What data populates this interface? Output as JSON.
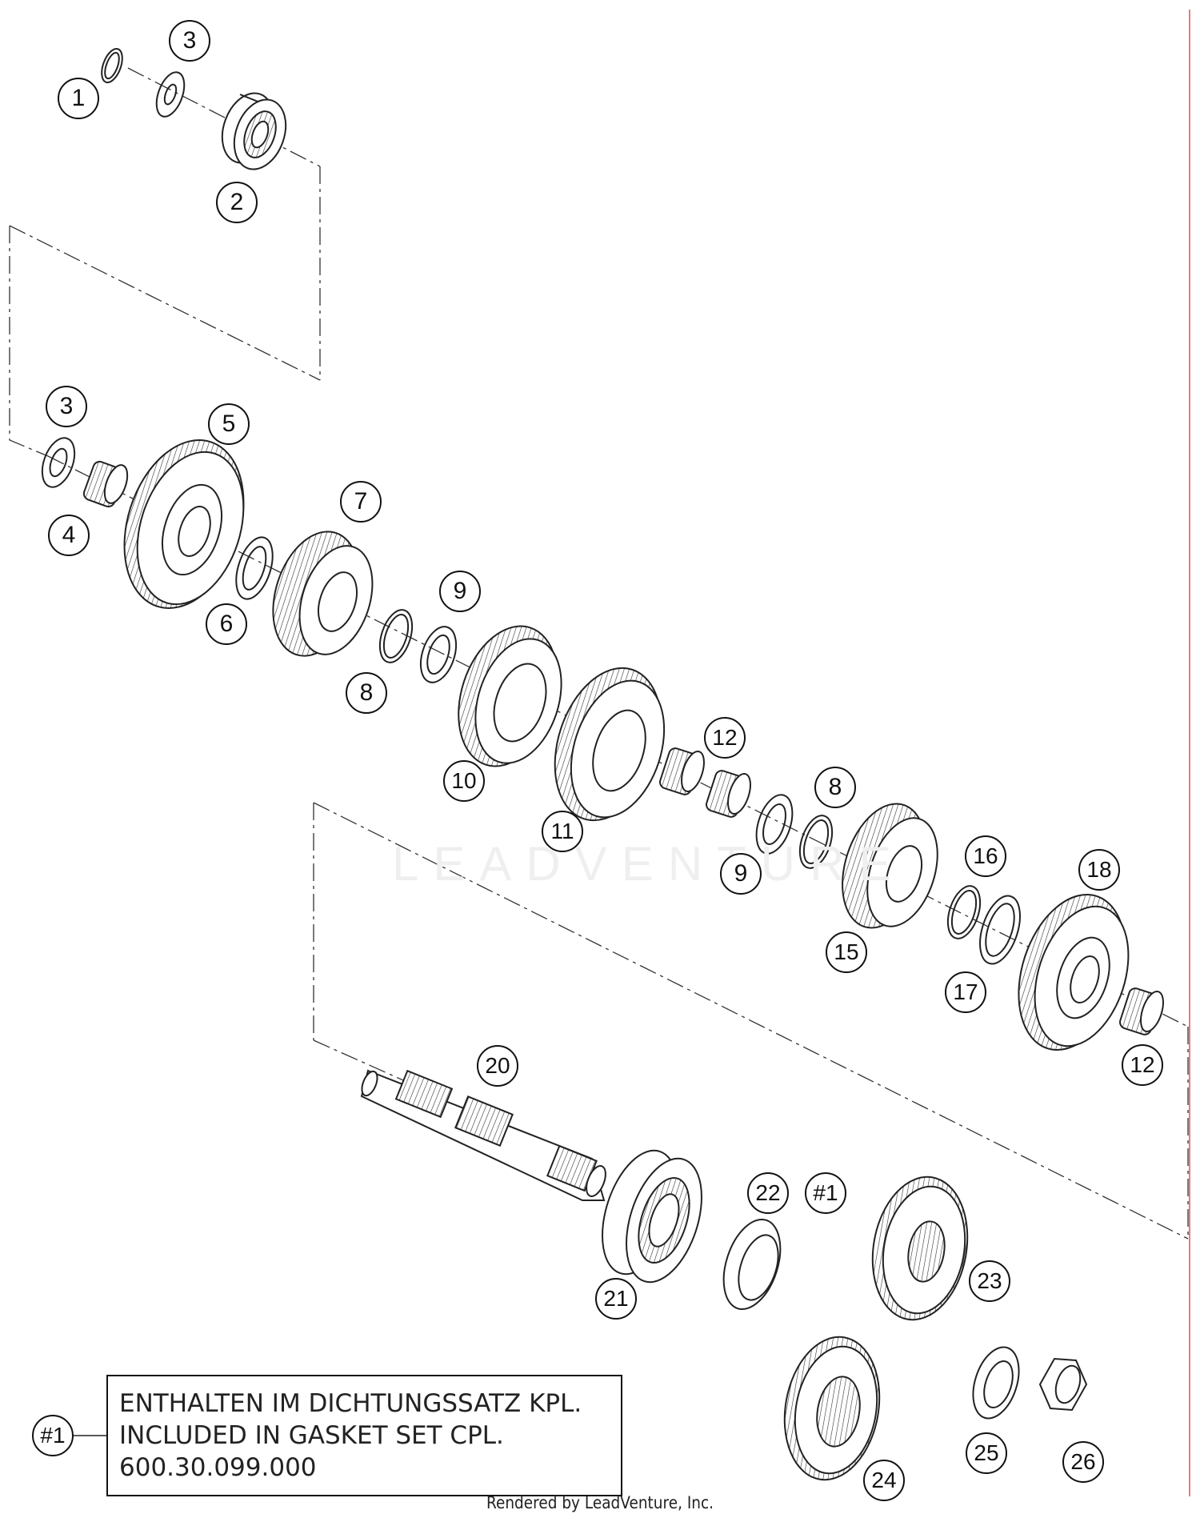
{
  "watermark": "LEADVENTURE",
  "callouts": [
    {
      "id": "c1",
      "label": "1"
    },
    {
      "id": "c3a",
      "label": "3"
    },
    {
      "id": "c2",
      "label": "2"
    },
    {
      "id": "c3b",
      "label": "3"
    },
    {
      "id": "c5",
      "label": "5"
    },
    {
      "id": "c4",
      "label": "4"
    },
    {
      "id": "c7",
      "label": "7"
    },
    {
      "id": "c6",
      "label": "6"
    },
    {
      "id": "c9a",
      "label": "9"
    },
    {
      "id": "c8a",
      "label": "8"
    },
    {
      "id": "c10",
      "label": "10"
    },
    {
      "id": "c11",
      "label": "11"
    },
    {
      "id": "c12a",
      "label": "12"
    },
    {
      "id": "c8b",
      "label": "8"
    },
    {
      "id": "c9b",
      "label": "9"
    },
    {
      "id": "c16",
      "label": "16"
    },
    {
      "id": "c18",
      "label": "18"
    },
    {
      "id": "c15",
      "label": "15"
    },
    {
      "id": "c17",
      "label": "17"
    },
    {
      "id": "c12b",
      "label": "12"
    },
    {
      "id": "c20",
      "label": "20"
    },
    {
      "id": "c22",
      "label": "22"
    },
    {
      "id": "cref",
      "label": "#1"
    },
    {
      "id": "c21",
      "label": "21"
    },
    {
      "id": "c23",
      "label": "23"
    },
    {
      "id": "c24",
      "label": "24"
    },
    {
      "id": "c25",
      "label": "25"
    },
    {
      "id": "c26",
      "label": "26"
    }
  ],
  "note": {
    "ref_label": "#1",
    "lines": [
      "ENTHALTEN IM DICHTUNGSSATZ KPL.",
      "INCLUDED IN GASKET SET CPL.",
      "600.30.099.000"
    ]
  },
  "footer": "Rendered by LeadVenture, Inc."
}
